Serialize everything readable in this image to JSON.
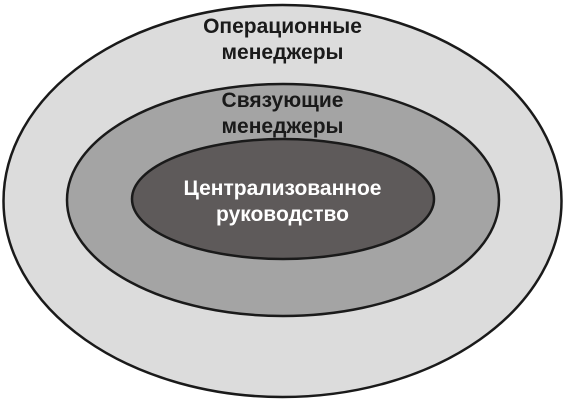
{
  "diagram": {
    "outer": {
      "line1": "Операционные",
      "line2": "менеджеры",
      "fill": "#dcdcdc"
    },
    "middle": {
      "line1": "Связующие",
      "line2": "менеджеры",
      "fill": "#a4a4a4"
    },
    "inner": {
      "line1": "Централизованное",
      "line2": "руководство",
      "fill": "#5e5a5a"
    },
    "stroke": "#1a1a1a"
  }
}
